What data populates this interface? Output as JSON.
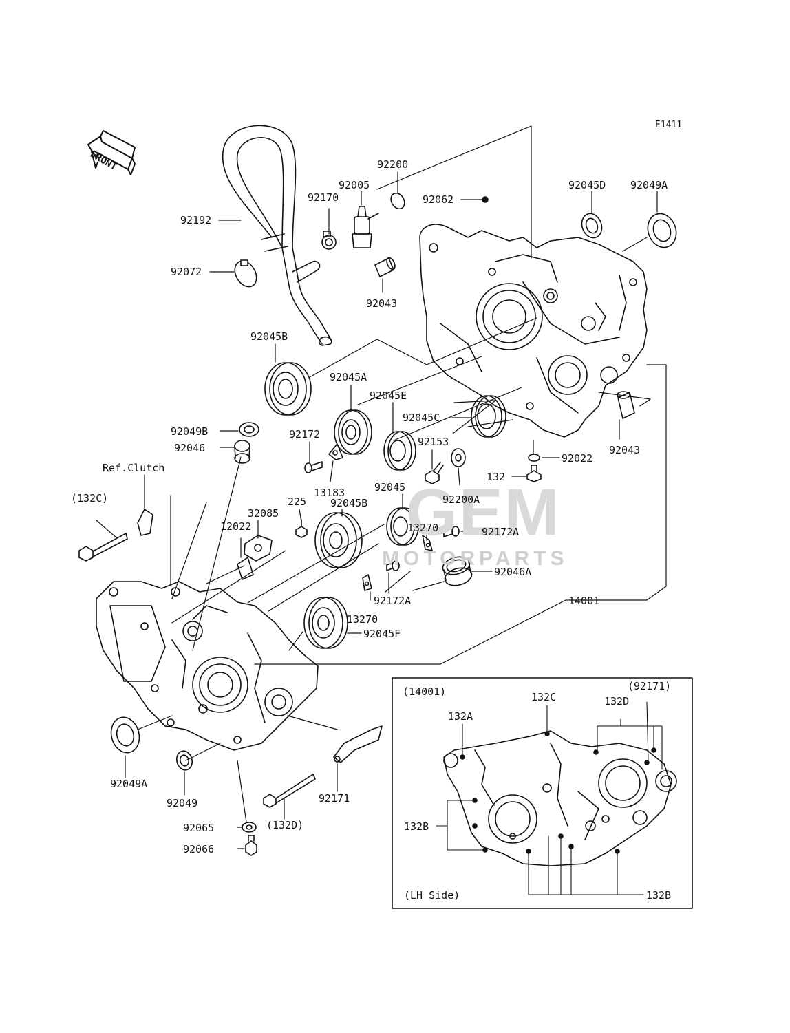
{
  "diagram_code": "E1411",
  "front_label": "FRONT",
  "watermark": {
    "text": "GEM",
    "subtext": "MOTORPARTS",
    "color": "#d9d9d9"
  },
  "labels": {
    "p92192": "92192",
    "p92072": "92072",
    "p92170": "92170",
    "p92005": "92005",
    "p92200": "92200",
    "p92062": "92062",
    "p92043_top": "92043",
    "p92045D": "92045D",
    "p92049A_top": "92049A",
    "p92045B_top": "92045B",
    "p92045A": "92045A",
    "p92045E": "92045E",
    "p92045C": "92045C",
    "p92049B": "92049B",
    "p92046": "92046",
    "p92172": "92172",
    "p92153": "92153",
    "p92022": "92022",
    "p92043_right": "92043",
    "p132": "132",
    "p92200A": "92200A",
    "p13183": "13183",
    "ref_clutch": "Ref.Clutch",
    "p132C_paren": "(132C)",
    "p32085": "32085",
    "p225": "225",
    "p92045": "92045",
    "p92045B_mid": "92045B",
    "p13270_top": "13270",
    "p92172A_right": "92172A",
    "p12022": "12022",
    "p92046A": "92046A",
    "p92172A_bottom": "92172A",
    "p14001": "14001",
    "p13270_bottom": "13270",
    "p92045F": "92045F",
    "p92049A_bottom": "92049A",
    "p92049": "92049",
    "p92171": "92171",
    "p92065": "92065",
    "p132D_paren": "(132D)",
    "p92066": "92066"
  },
  "inset": {
    "title": "(14001)",
    "ref_92171": "(92171)",
    "p132A": "132A",
    "p132C": "132C",
    "p132D": "132D",
    "p132B_left": "132B",
    "p132B_right": "132B",
    "side_label": "(LH Side)"
  }
}
